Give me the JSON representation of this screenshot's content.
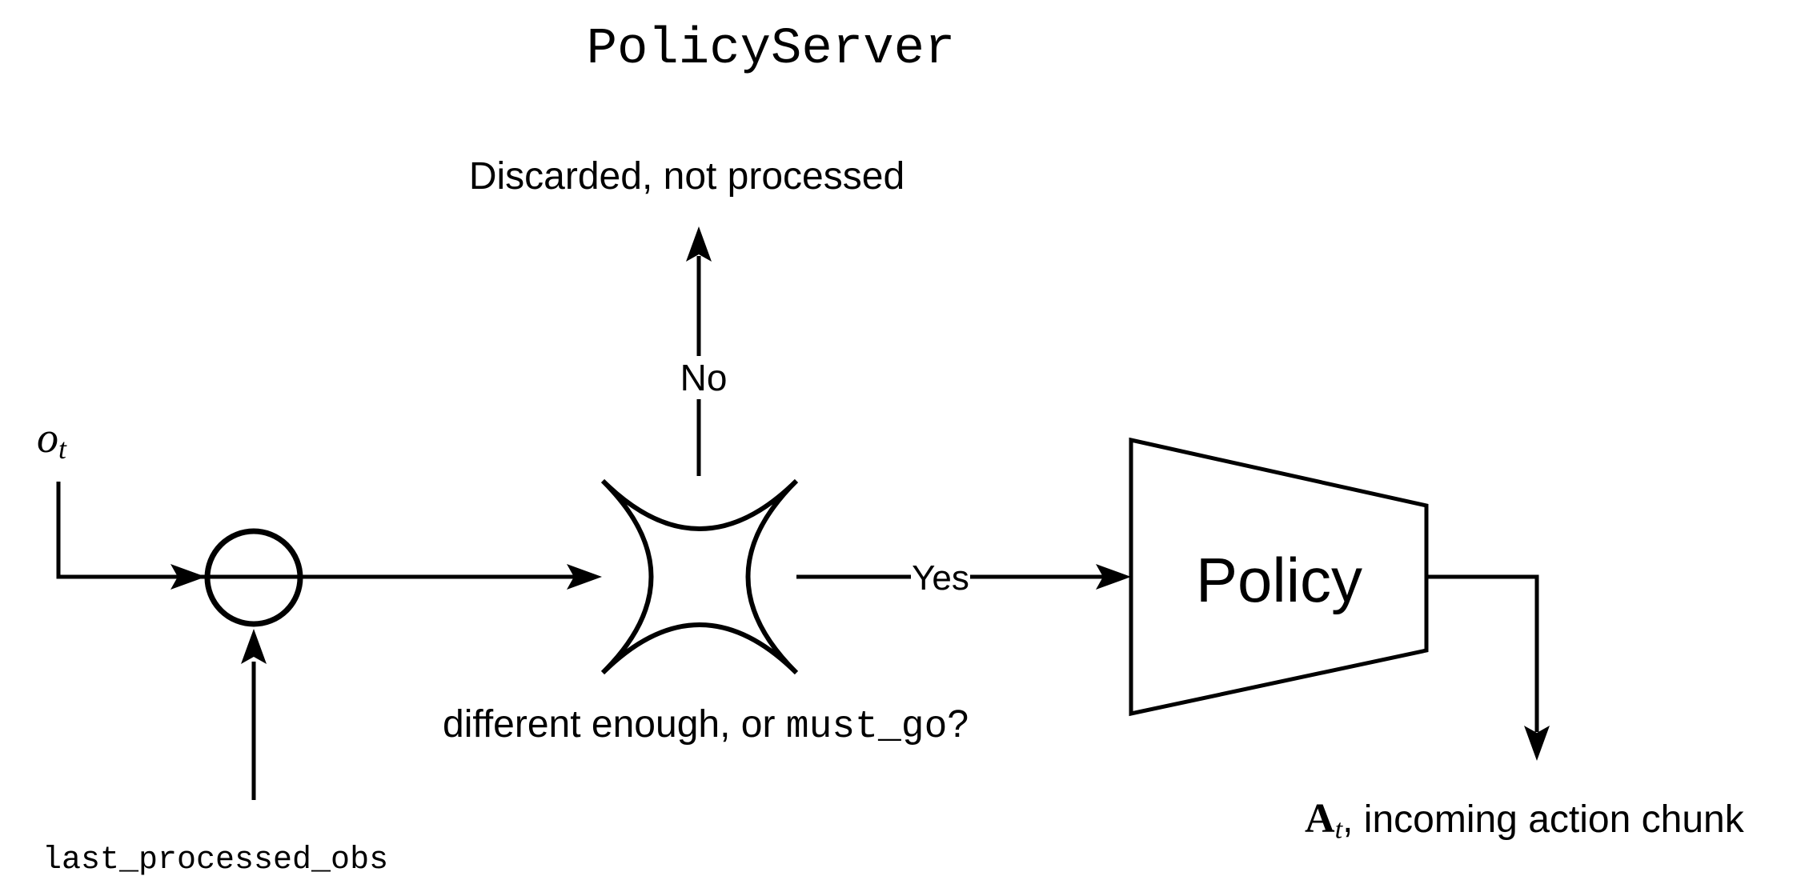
{
  "diagram": {
    "title": "PolicyServer",
    "labels": {
      "discarded": "Discarded, not processed",
      "no": "No",
      "yes": "Yes",
      "condition_prefix": "different enough, or ",
      "condition_code": "must_go",
      "condition_suffix": "?",
      "policy": "Policy",
      "observation_symbol": "o",
      "observation_subscript": "t",
      "action_symbol": "A",
      "action_subscript": "t",
      "action_suffix": ", incoming action chunk",
      "last_processed": "last_processed_obs"
    },
    "colors": {
      "ink": "#000000",
      "background": "#ffffff"
    }
  }
}
